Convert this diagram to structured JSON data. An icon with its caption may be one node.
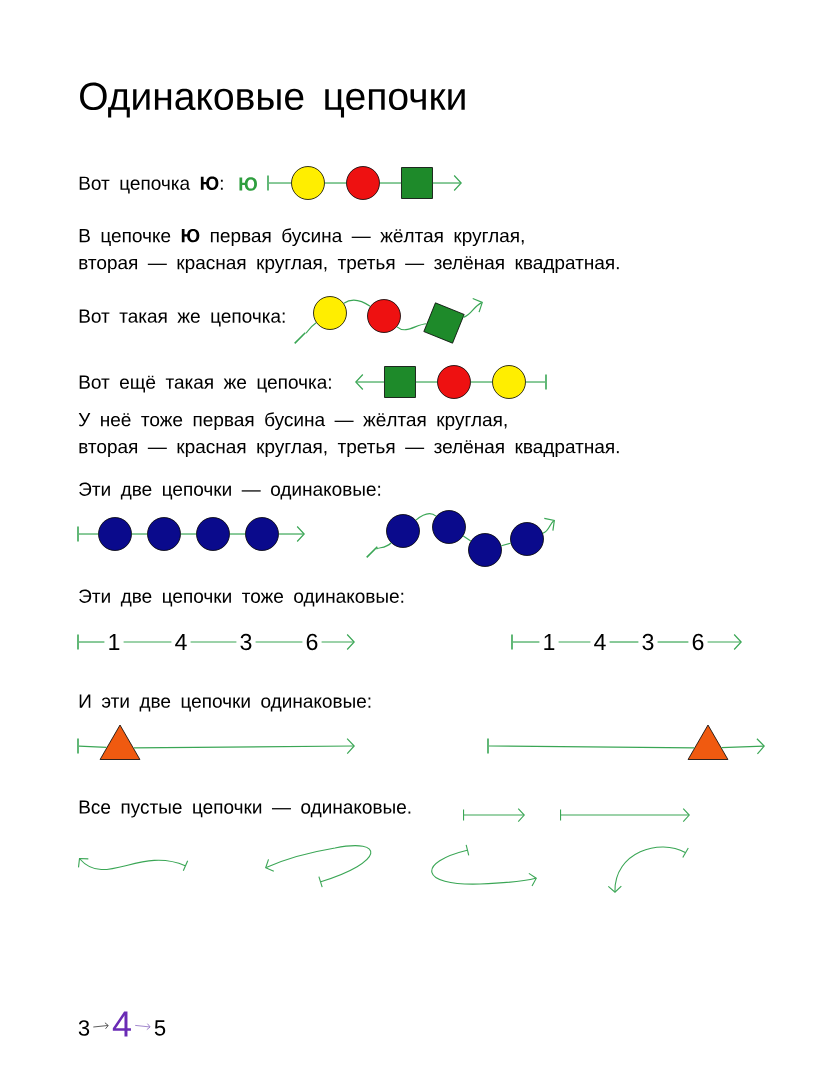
{
  "diagram": {
    "title": "Одинаковые цепочки",
    "nodes": [
      {
        "text": [],
        "shape": "circle"
      },
      {
        "text": [],
        "shape": "circle"
      },
      {
        "text": [],
        "shape": "box"
      },
      {
        "text": [],
        "shape": "circle"
      },
      {
        "text": [],
        "shape": "circle"
      },
      {
        "text": [],
        "shape": "box"
      },
      {
        "text": [],
        "shape": "box"
      },
      {
        "text": [],
        "shape": "circle"
      },
      {
        "text": [],
        "shape": "circle"
      },
      {
        "text": [],
        "shape": "circle"
      },
      {
        "text": [],
        "shape": "circle"
      },
      {
        "text": [],
        "shape": "circle"
      },
      {
        "text": [],
        "shape": "circle"
      },
      {
        "text": [],
        "shape": "circle"
      },
      {
        "text": [],
        "shape": "circle"
      },
      {
        "text": [],
        "shape": "circle"
      },
      {
        "text": [],
        "shape": "circle"
      },
      {
        "text": [
          "1"
        ]
      },
      {
        "text": [
          "4"
        ]
      },
      {
        "text": [
          "3"
        ]
      },
      {
        "text": [
          "6"
        ]
      },
      {
        "text": [
          "1"
        ]
      },
      {
        "text": [
          "4"
        ]
      },
      {
        "text": [
          "3"
        ]
      },
      {
        "text": [
          "6"
        ]
      },
      {
        "text": [],
        "shape": "triangle"
      },
      {
        "text": [],
        "shape": "triangle"
      },
      {
        "text": [
          "3"
        ]
      },
      {
        "text": [
          "4"
        ]
      },
      {
        "text": [
          "5"
        ]
      },
      {
        "text": [],
        "shape": "bar"
      },
      {
        "text": [],
        "shape": "bar"
      },
      {
        "text": [],
        "shape": "bar"
      },
      {
        "text": [],
        "shape": "bar"
      },
      {
        "text": [],
        "shape": "bar"
      },
      {
        "text": [],
        "shape": "bar"
      },
      {
        "text": [],
        "shape": "bar"
      },
      {
        "text": [],
        "shape": "bar"
      },
      {
        "text": [],
        "shape": "bar"
      }
    ],
    "edges": [
      {
        "from": 0,
        "to": 30,
        "arrow": "none"
      },
      {
        "from": 0,
        "to": 1,
        "arrow": "none"
      },
      {
        "from": 1,
        "to": 2,
        "arrow": "none"
      },
      {
        "from": 2,
        "to": null,
        "arrow": "to"
      },
      {
        "from": 3,
        "to": 31,
        "arrow": "none"
      },
      {
        "from": 3,
        "to": 4,
        "arrow": "none"
      },
      {
        "from": 4,
        "to": 5,
        "arrow": "none"
      },
      {
        "from": 5,
        "to": null,
        "arrow": "to"
      },
      {
        "from": 8,
        "to": 32,
        "arrow": "none"
      },
      {
        "from": 8,
        "to": 7,
        "arrow": "none"
      },
      {
        "from": 7,
        "to": 6,
        "arrow": "none"
      },
      {
        "from": 6,
        "to": null,
        "arrow": "to"
      },
      {
        "from": 9,
        "to": 33,
        "arrow": "none"
      },
      {
        "from": 9,
        "to": 10,
        "arrow": "none"
      },
      {
        "from": 10,
        "to": 11,
        "arrow": "none"
      },
      {
        "from": 11,
        "to": 12,
        "arrow": "none"
      },
      {
        "from": 12,
        "to": null,
        "arrow": "to"
      },
      {
        "from": 13,
        "to": 34,
        "arrow": "none"
      },
      {
        "from": 13,
        "to": 14,
        "arrow": "none"
      },
      {
        "from": 14,
        "to": 15,
        "arrow": "none"
      },
      {
        "from": 15,
        "to": 16,
        "arrow": "none"
      },
      {
        "from": 16,
        "to": null,
        "arrow": "to"
      },
      {
        "from": 17,
        "to": 35,
        "arrow": "none"
      },
      {
        "from": 17,
        "to": 18,
        "arrow": "none"
      },
      {
        "from": 18,
        "to": 19,
        "arrow": "none"
      },
      {
        "from": 19,
        "to": 20,
        "arrow": "none"
      },
      {
        "from": 20,
        "to": null,
        "arrow": "to"
      },
      {
        "from": 21,
        "to": 36,
        "arrow": "none"
      },
      {
        "from": 21,
        "to": 22,
        "arrow": "none"
      },
      {
        "from": 22,
        "to": 23,
        "arrow": "none"
      },
      {
        "from": 23,
        "to": 24,
        "arrow": "none"
      },
      {
        "from": 24,
        "to": null,
        "arrow": "to"
      },
      {
        "from": 25,
        "to": 37,
        "arrow": "none"
      },
      {
        "from": 25,
        "to": null,
        "arrow": "to"
      },
      {
        "from": 26,
        "to": 38,
        "arrow": "none"
      },
      {
        "from": 26,
        "to": null,
        "arrow": "to"
      },
      {
        "from": 27,
        "to": 28,
        "arrow": "to",
        "color": "#333333"
      },
      {
        "from": 28,
        "to": 29,
        "arrow": "to",
        "color": "#8a6ac0"
      }
    ],
    "labels": [
      "Вот цепочка **Ю**:",
      "Ю",
      "В цепочке **Ю** первая бусина — жёлтая круглая, вторая — красная круглая, третья — зелёная квадратная.",
      "Вот такая же цепочка:",
      "Вот ещё такая же цепочка:",
      "У неё тоже первая бусина — жёлтая круглая, вторая — красная круглая, третья — зелёная квадратная.",
      "Эти две цепочки — одинаковые:",
      "Эти две цепочки тоже одинаковые:",
      "И эти две цепочки одинаковые:",
      "Все пустые цепочки — одинаковые."
    ]
  }
}
